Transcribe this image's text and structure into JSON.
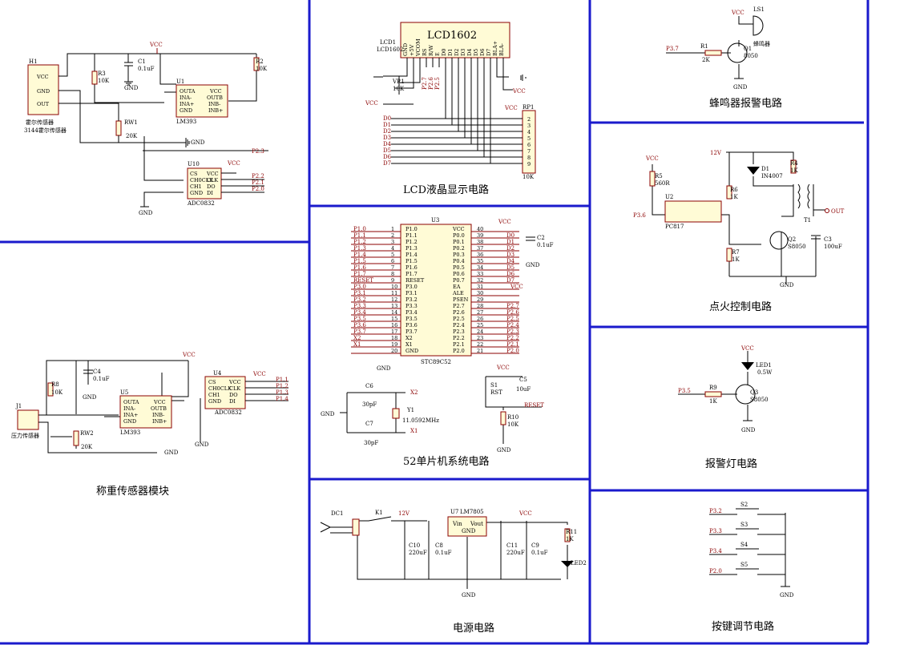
{
  "sections": {
    "weighing": "称重传感器模块",
    "lcd": "LCD液晶显示电路",
    "mcu": "52单片机系统电路",
    "power": "电源电路",
    "buzzer": "蜂鸣器报警电路",
    "ignition": "点火控制电路",
    "alarm_light": "报警灯电路",
    "keys": "按键调节电路"
  },
  "hall": {
    "ref": "H1",
    "pins": [
      "VCC",
      "GND",
      "OUT"
    ],
    "name1": "霍尔传感器",
    "name2": "3144霍尔传感器",
    "r3": "R3",
    "r3v": "10K",
    "c1": "C1",
    "c1v": "0.1uF",
    "r2": "R2",
    "r2v": "10K",
    "rw1": "RW1",
    "rw1v": "20K",
    "u1": "U1",
    "u1n": "LM393",
    "u1l": [
      "OUTA",
      "INA-",
      "INA+",
      "GND"
    ],
    "u1r": [
      "VCC",
      "OUTB",
      "INB-",
      "INB+"
    ],
    "u10": "U10",
    "u10n": "ADC0832",
    "u10l": [
      "CS",
      "CH0CLK",
      "CH1",
      "GND"
    ],
    "u10r": [
      "VCC",
      "CLK",
      "DO",
      "DI"
    ],
    "nets": [
      "P2.3",
      "P2.2",
      "P2.1",
      "P2.0"
    ]
  },
  "pressure": {
    "ref": "J1",
    "name": "压力传感器",
    "r8": "R8",
    "r8v": "10K",
    "c4": "C4",
    "c4v": "0.1uF",
    "rw2": "RW2",
    "rw2v": "20K",
    "u5": "U5",
    "u5n": "LM393",
    "u4": "U4",
    "u4n": "ADC0832",
    "nets": [
      "P1.1",
      "P1.2",
      "P1.3",
      "P1.4"
    ]
  },
  "lcd": {
    "title": "LCD1602",
    "ref": "LCD1",
    "ref2": "LCD1602",
    "pins": [
      "GND",
      "+5V",
      "VCOM",
      "RS",
      "R/W",
      "E",
      "D0",
      "D1",
      "D2",
      "D3",
      "D4",
      "D5",
      "D6",
      "D7",
      "BLA+",
      "BLA-"
    ],
    "vr": "VR1",
    "vrv": "10K",
    "rp": "RP1",
    "rpv": "10K",
    "data": [
      "D0",
      "D1",
      "D2",
      "D3",
      "D4",
      "D5",
      "D6",
      "D7"
    ],
    "ctrl": [
      "P2.7",
      "P2.6",
      "P2.5"
    ]
  },
  "mcu": {
    "ref": "U3",
    "name": "STC89C52",
    "left": [
      "P1.0",
      "P1.1",
      "P1.2",
      "P1.3",
      "P1.4",
      "P1.5",
      "P1.6",
      "P1.7",
      "RESET",
      "P3.0",
      "P3.1",
      "P3.2",
      "P3.3",
      "P3.4",
      "P3.5",
      "P3.6",
      "P3.7",
      "X2",
      "X1",
      "GND"
    ],
    "right": [
      "VCC",
      "P0.0",
      "P0.1",
      "P0.2",
      "P0.3",
      "P0.4",
      "P0.5",
      "P0.6",
      "P0.7",
      "EA",
      "ALE",
      "PSEN",
      "P2.7",
      "P2.6",
      "P2.5",
      "P2.4",
      "P2.3",
      "P2.2",
      "P2.1",
      "P2.0"
    ],
    "rnum": [
      "40",
      "39",
      "38",
      "37",
      "36",
      "35",
      "34",
      "33",
      "32",
      "31",
      "30",
      "29",
      "28",
      "27",
      "26",
      "25",
      "24",
      "23",
      "22",
      "21"
    ],
    "rnet": [
      "",
      "D0",
      "D1",
      "D2",
      "D3",
      "D4",
      "D5",
      "D6",
      "D7",
      "",
      "",
      "",
      "P2.7",
      "P2.6",
      "P2.5",
      "P2.4",
      "P2.3",
      "P2.2",
      "P2.1",
      "P2.0"
    ],
    "c2": "C2",
    "c2v": "0.1uF",
    "c6": "C6",
    "c6v": "30pF",
    "c7": "C7",
    "c7v": "30pF",
    "y1": "Y1",
    "y1v": "11.0592MHz",
    "s1": "S1",
    "s1n": "RST",
    "c5": "C5",
    "c5v": "10uF",
    "r10": "R10",
    "r10v": "10K",
    "reset": "RESET"
  },
  "power": {
    "dc": "DC1",
    "k": "K1",
    "v12": "12V",
    "u7": "U7",
    "u7n": "LM7805",
    "vin": "Vin",
    "vout": "Vout",
    "c10": "C10",
    "c10v": "220uF",
    "c8": "C8",
    "c8v": "0.1uF",
    "c11": "C11",
    "c11v": "220uF",
    "c9": "C9",
    "c9v": "0.1uF",
    "r11": "R11",
    "r11v": "1K",
    "led": "LED2"
  },
  "buzzer": {
    "ls": "LS1",
    "lsn": "蜂鸣器",
    "r1": "R1",
    "r1v": "2K",
    "q1": "Q1",
    "q1v": "8050",
    "net": "P3.7"
  },
  "ignition": {
    "v12": "12V",
    "d1": "D1",
    "d1v": "IN4007",
    "r4": "R4",
    "r4v": "1K",
    "r5": "R5",
    "r5v": "560R",
    "r6": "R6",
    "r6v": "1K",
    "r7": "R7",
    "r7v": "1K",
    "u2": "U2",
    "u2n": "PC817",
    "net": "P3.6",
    "t1": "T1",
    "out": "OUT",
    "q2": "Q2",
    "q2v": "S8050",
    "c3": "C3",
    "c3v": "100uF"
  },
  "alarm": {
    "led": "LED1",
    "ledv": "0.5W",
    "r9": "R9",
    "r9v": "1K",
    "q3": "Q3",
    "q3v": "S8050",
    "net": "P3.5"
  },
  "keys": {
    "names": [
      "S2",
      "S3",
      "S4",
      "S5"
    ],
    "nets": [
      "P3.2",
      "P3.3",
      "P3.4",
      "P2.0"
    ]
  },
  "common": {
    "vcc": "VCC",
    "gnd": "GND"
  }
}
